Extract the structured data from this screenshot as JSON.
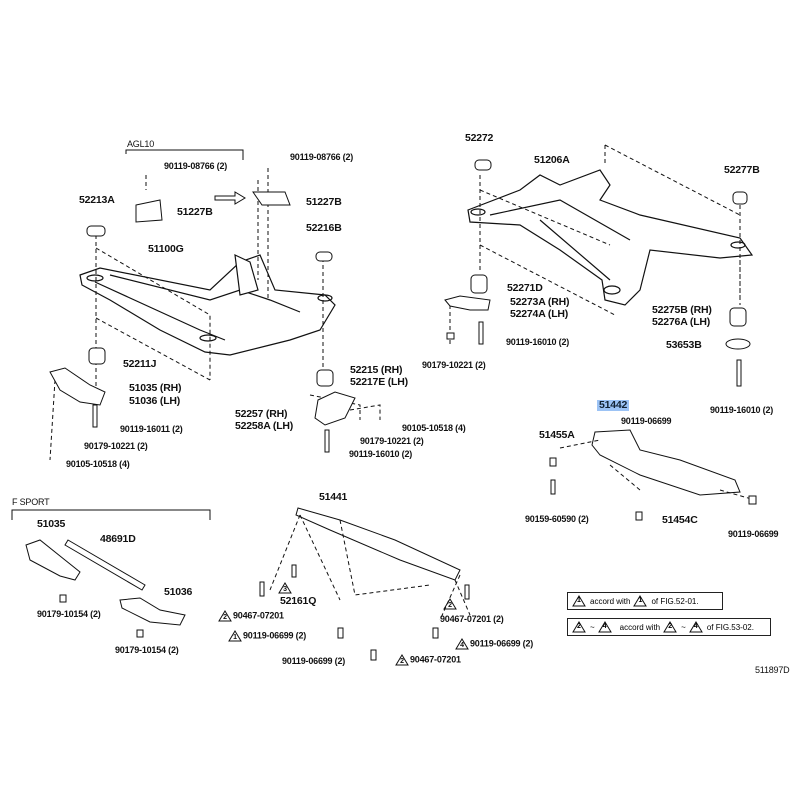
{
  "figure_id": "511897D",
  "group_labels": {
    "agl10": "AGL10",
    "f_sport": "F SPORT"
  },
  "highlighted_part": "51442",
  "parts": {
    "bolt_08766_a": "90119-08766 (2)",
    "bolt_08766_b": "90119-08766 (2)",
    "p52213A": "52213A",
    "p51227B_a": "51227B",
    "p51227B_b": "51227B",
    "p52216B": "52216B",
    "p51100G": "51100G",
    "p52211J": "52211J",
    "p51035_rh": "51035 (RH)",
    "p51036_lh": "51036 (LH)",
    "bolt_16011": "90119-16011 (2)",
    "nut_10221_a": "90179-10221 (2)",
    "bolt_10518_a": "90105-10518 (4)",
    "p52215_rh": "52215 (RH)",
    "p52217E_lh": "52217E (LH)",
    "p52257_rh": "52257 (RH)",
    "p52258A_lh": "52258A (LH)",
    "bolt_10518_b": "90105-10518 (4)",
    "nut_10221_b": "90179-10221 (2)",
    "bolt_16010_a": "90119-16010 (2)",
    "p52272": "52272",
    "p51206A": "51206A",
    "p52277B": "52277B",
    "p52271D": "52271D",
    "p52273A_rh": "52273A (RH)",
    "p52274A_lh": "52274A (LH)",
    "bolt_16010_b": "90119-16010 (2)",
    "nut_10221_c": "90179-10221 (2)",
    "p52275B_rh": "52275B (RH)",
    "p52276A_lh": "52276A (LH)",
    "p53653B": "53653B",
    "bolt_16010_c": "90119-16010 (2)",
    "p51442": "51442",
    "bolt_06699_a": "90119-06699",
    "p51455A": "51455A",
    "bolt_60590": "90159-60590 (2)",
    "p51454C": "51454C",
    "bolt_06699_b": "90119-06699",
    "fs_51035": "51035",
    "fs_48691D": "48691D",
    "fs_51036": "51036",
    "nut_10154_a": "90179-10154 (2)",
    "nut_10154_b": "90179-10154 (2)",
    "p51441": "51441",
    "p52161Q": "52161Q",
    "clip_07201_a": "90467-07201",
    "bolt_06699_c": "90119-06699 (2)",
    "bolt_06699_d": "90119-06699 (2)",
    "clip_07201_b": "90467-07201",
    "bolt_06699_e": "90119-06699 (2)",
    "clip_07201_c": "90467-07201 (2)"
  },
  "triangle_marks": {
    "t1": "1",
    "t2": "2",
    "t3": "3",
    "t4": "4"
  },
  "notes": {
    "note1": {
      "mark": "1",
      "text": "accord with",
      "mark2": "1",
      "ref": "of FIG.52-01."
    },
    "note2": {
      "mark_from": "2",
      "tilde": "~",
      "mark_to": "4",
      "text": "accord with",
      "mark2_from": "2",
      "tilde2": "~",
      "mark2_to": "4",
      "ref": "of FIG.53-02."
    }
  },
  "colors": {
    "highlight": "#9cc3f5",
    "line": "#111111"
  }
}
